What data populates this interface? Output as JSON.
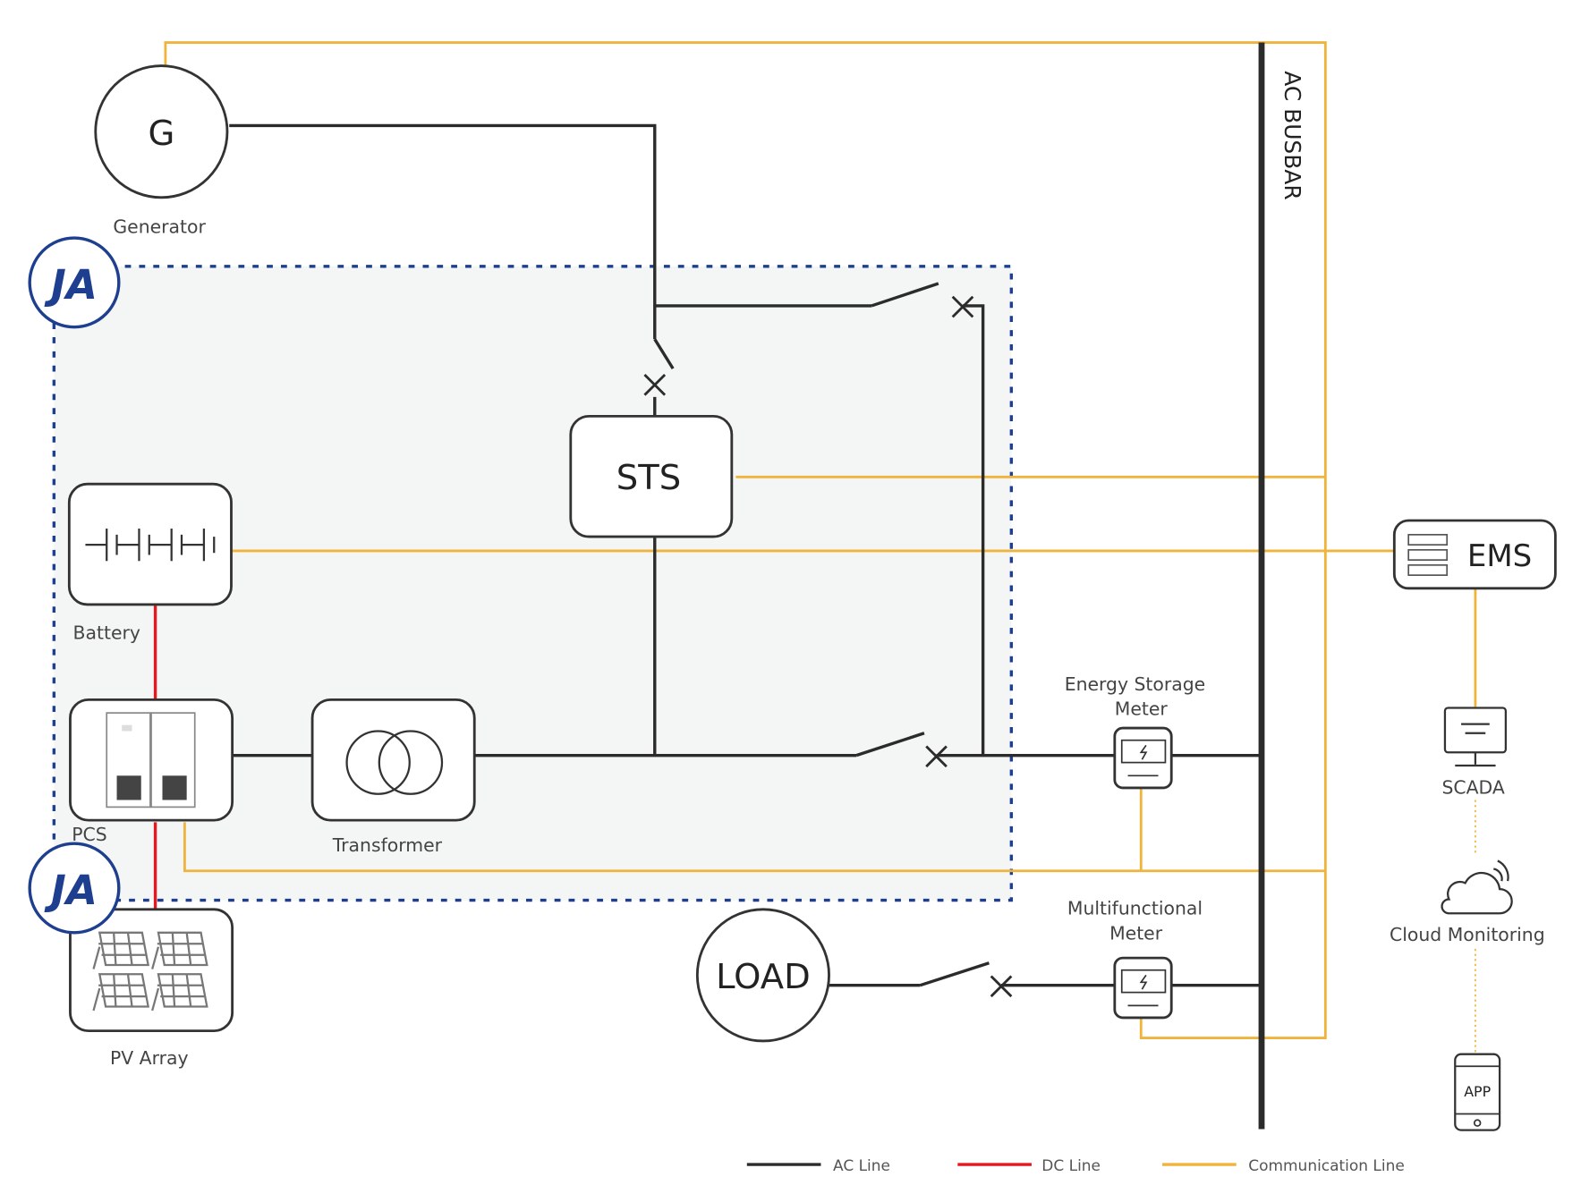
{
  "diagram": {
    "generator": {
      "symbol": "G",
      "label": "Generator"
    },
    "sts": {
      "label": "STS"
    },
    "battery": {
      "label": "Battery"
    },
    "pcs": {
      "label": "PCS"
    },
    "transformer": {
      "label": "Transformer"
    },
    "pv_array": {
      "label": "PV Array"
    },
    "load": {
      "label": "LOAD"
    },
    "energy_storage_meter": {
      "label_line1": "Energy Storage",
      "label_line2": "Meter"
    },
    "multifunctional_meter": {
      "label_line1": "Multifunctional",
      "label_line2": "Meter"
    },
    "ac_busbar": {
      "label": "AC BUSBAR"
    },
    "ems": {
      "label": "EMS"
    },
    "scada": {
      "label": "SCADA"
    },
    "cloud": {
      "label": "Cloud Monitoring"
    },
    "app": {
      "label": "APP"
    },
    "brand_logo": "JA"
  },
  "legend": [
    {
      "label": "AC Line",
      "color": "#2b2b2b"
    },
    {
      "label": "DC Line",
      "color": "#e3191f"
    },
    {
      "label": "Communication Line",
      "color": "#f0b43c"
    }
  ],
  "colors": {
    "brand": "#1e3f8f",
    "region_fill": "#f4f6f5"
  }
}
